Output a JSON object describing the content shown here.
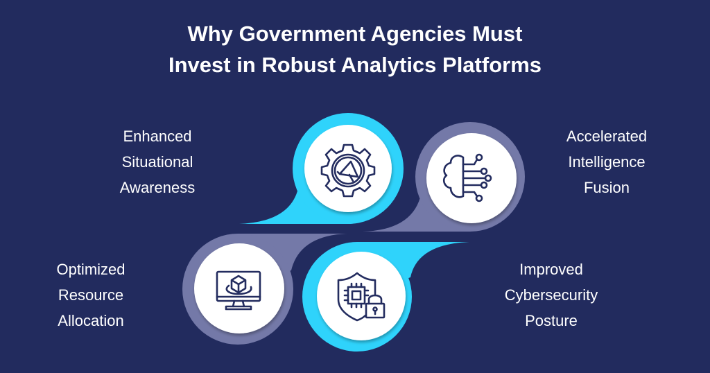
{
  "title": {
    "line1": "Why Government Agencies Must",
    "line2": "Invest in Robust Analytics Platforms"
  },
  "items": [
    {
      "lines": [
        "Enhanced",
        "Situational",
        "Awareness"
      ],
      "icon": "gear-megaphone-icon"
    },
    {
      "lines": [
        "Accelerated",
        "Intelligence",
        "Fusion"
      ],
      "icon": "brain-circuit-icon"
    },
    {
      "lines": [
        "Optimized",
        "Resource",
        "Allocation"
      ],
      "icon": "monitor-cube-icon"
    },
    {
      "lines": [
        "Improved",
        "Cybersecurity",
        "Posture"
      ],
      "icon": "shield-chip-lock-icon"
    }
  ],
  "colors": {
    "background": "#222b5e",
    "cyan": "#2fd3fb",
    "purple": "#7479a8",
    "icon": "#232c5f"
  }
}
